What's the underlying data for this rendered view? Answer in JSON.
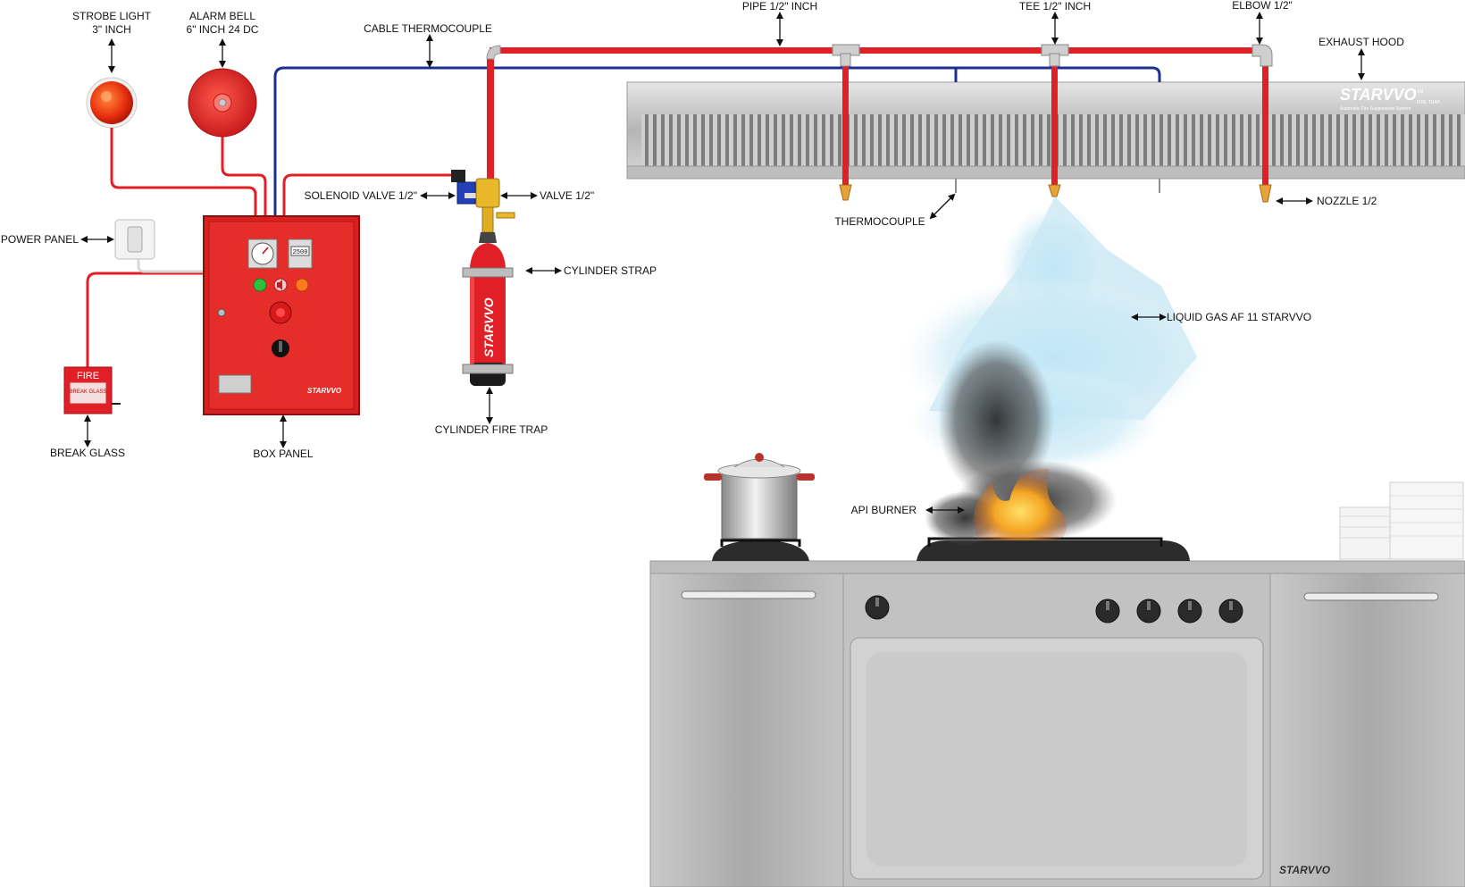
{
  "labels": {
    "strobe_light": [
      "STROBE LIGHT",
      "3\" INCH"
    ],
    "alarm_bell": [
      "ALARM BELL",
      "6\" INCH 24 DC"
    ],
    "cable_thermocouple": "CABLE THERMOCOUPLE",
    "pipe": "PIPE 1/2\" INCH",
    "tee": "TEE 1/2\" INCH",
    "elbow": "ELBOW 1/2\"",
    "exhaust_hood": "EXHAUST HOOD",
    "solenoid_valve": "SOLENOID VALVE 1/2\"",
    "valve": "VALVE 1/2\"",
    "power_panel": "POWER PANEL",
    "cylinder_strap": "CYLINDER STRAP",
    "thermocouple": "THERMOCOUPLE",
    "nozzle": "NOZZLE 1/2",
    "liquid_gas": "LIQUID GAS AF 11 STARVVO",
    "break_glass": "BREAK GLASS",
    "box_panel": "BOX PANEL",
    "cylinder_fire_trap": "CYLINDER FIRE TRAP",
    "api_burner": "API BURNER"
  },
  "devices": {
    "break_glass_title": "FIRE",
    "break_glass_text": "BREAK GLASS",
    "panel_display": "2500"
  },
  "branding": {
    "brand": "STARVVO",
    "trademark": "TM",
    "product": "FIRE TRAP",
    "tagline": "Automatic Fire Suppression System"
  },
  "colors": {
    "pipe_red": "#e01f26",
    "cable_blue": "#1e2f8f",
    "panel_red": "#d9201f",
    "steel": "#b8b8b8"
  }
}
